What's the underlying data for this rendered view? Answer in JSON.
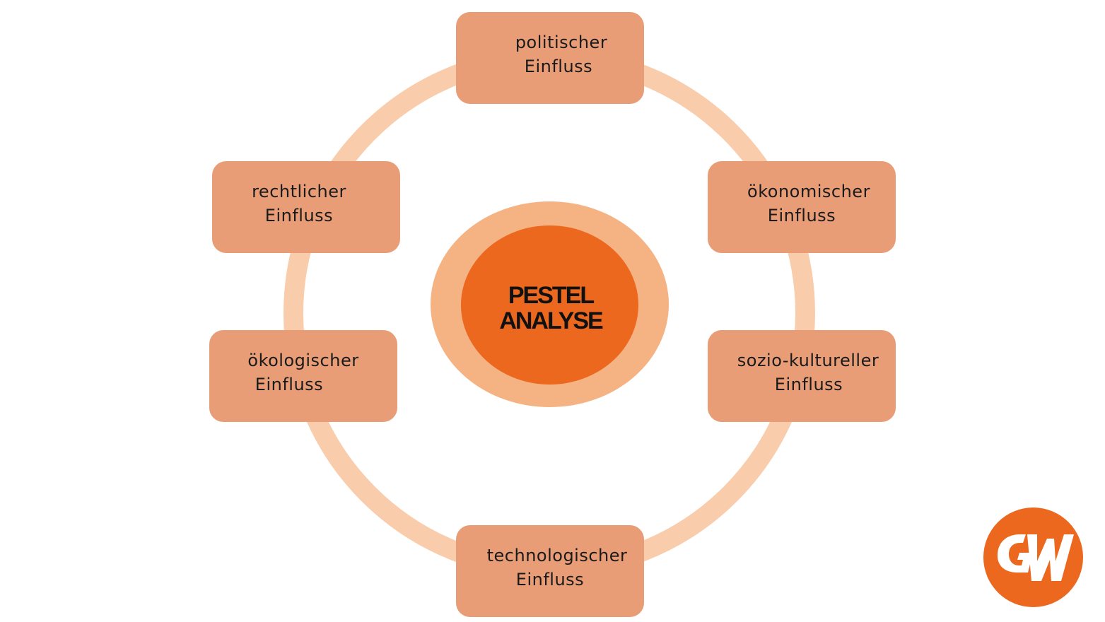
{
  "diagram": {
    "center": {
      "line1": "PESTEL",
      "line2": "ANALYSE"
    },
    "nodes": [
      {
        "id": "politisch",
        "line1": "politischer",
        "line2": "Einfluss"
      },
      {
        "id": "oekonomisch",
        "line1": "ökonomischer",
        "line2": "Einfluss"
      },
      {
        "id": "sozio-kulturell",
        "line1": "sozio-kultureller",
        "line2": "Einfluss"
      },
      {
        "id": "technologisch",
        "line1": "technologischer",
        "line2": "Einfluss"
      },
      {
        "id": "oekologisch",
        "line1": "ökologischer",
        "line2": "Einfluss"
      },
      {
        "id": "rechtlich",
        "line1": "rechtlicher",
        "line2": "Einfluss"
      }
    ]
  },
  "colors": {
    "ring": "#f9ccab",
    "node_fill": "#e99d77",
    "center_outer": "#f5b283",
    "center_inner": "#eb681e",
    "logo": "#eb681e"
  },
  "logo": {
    "icon": "gw-logo"
  }
}
